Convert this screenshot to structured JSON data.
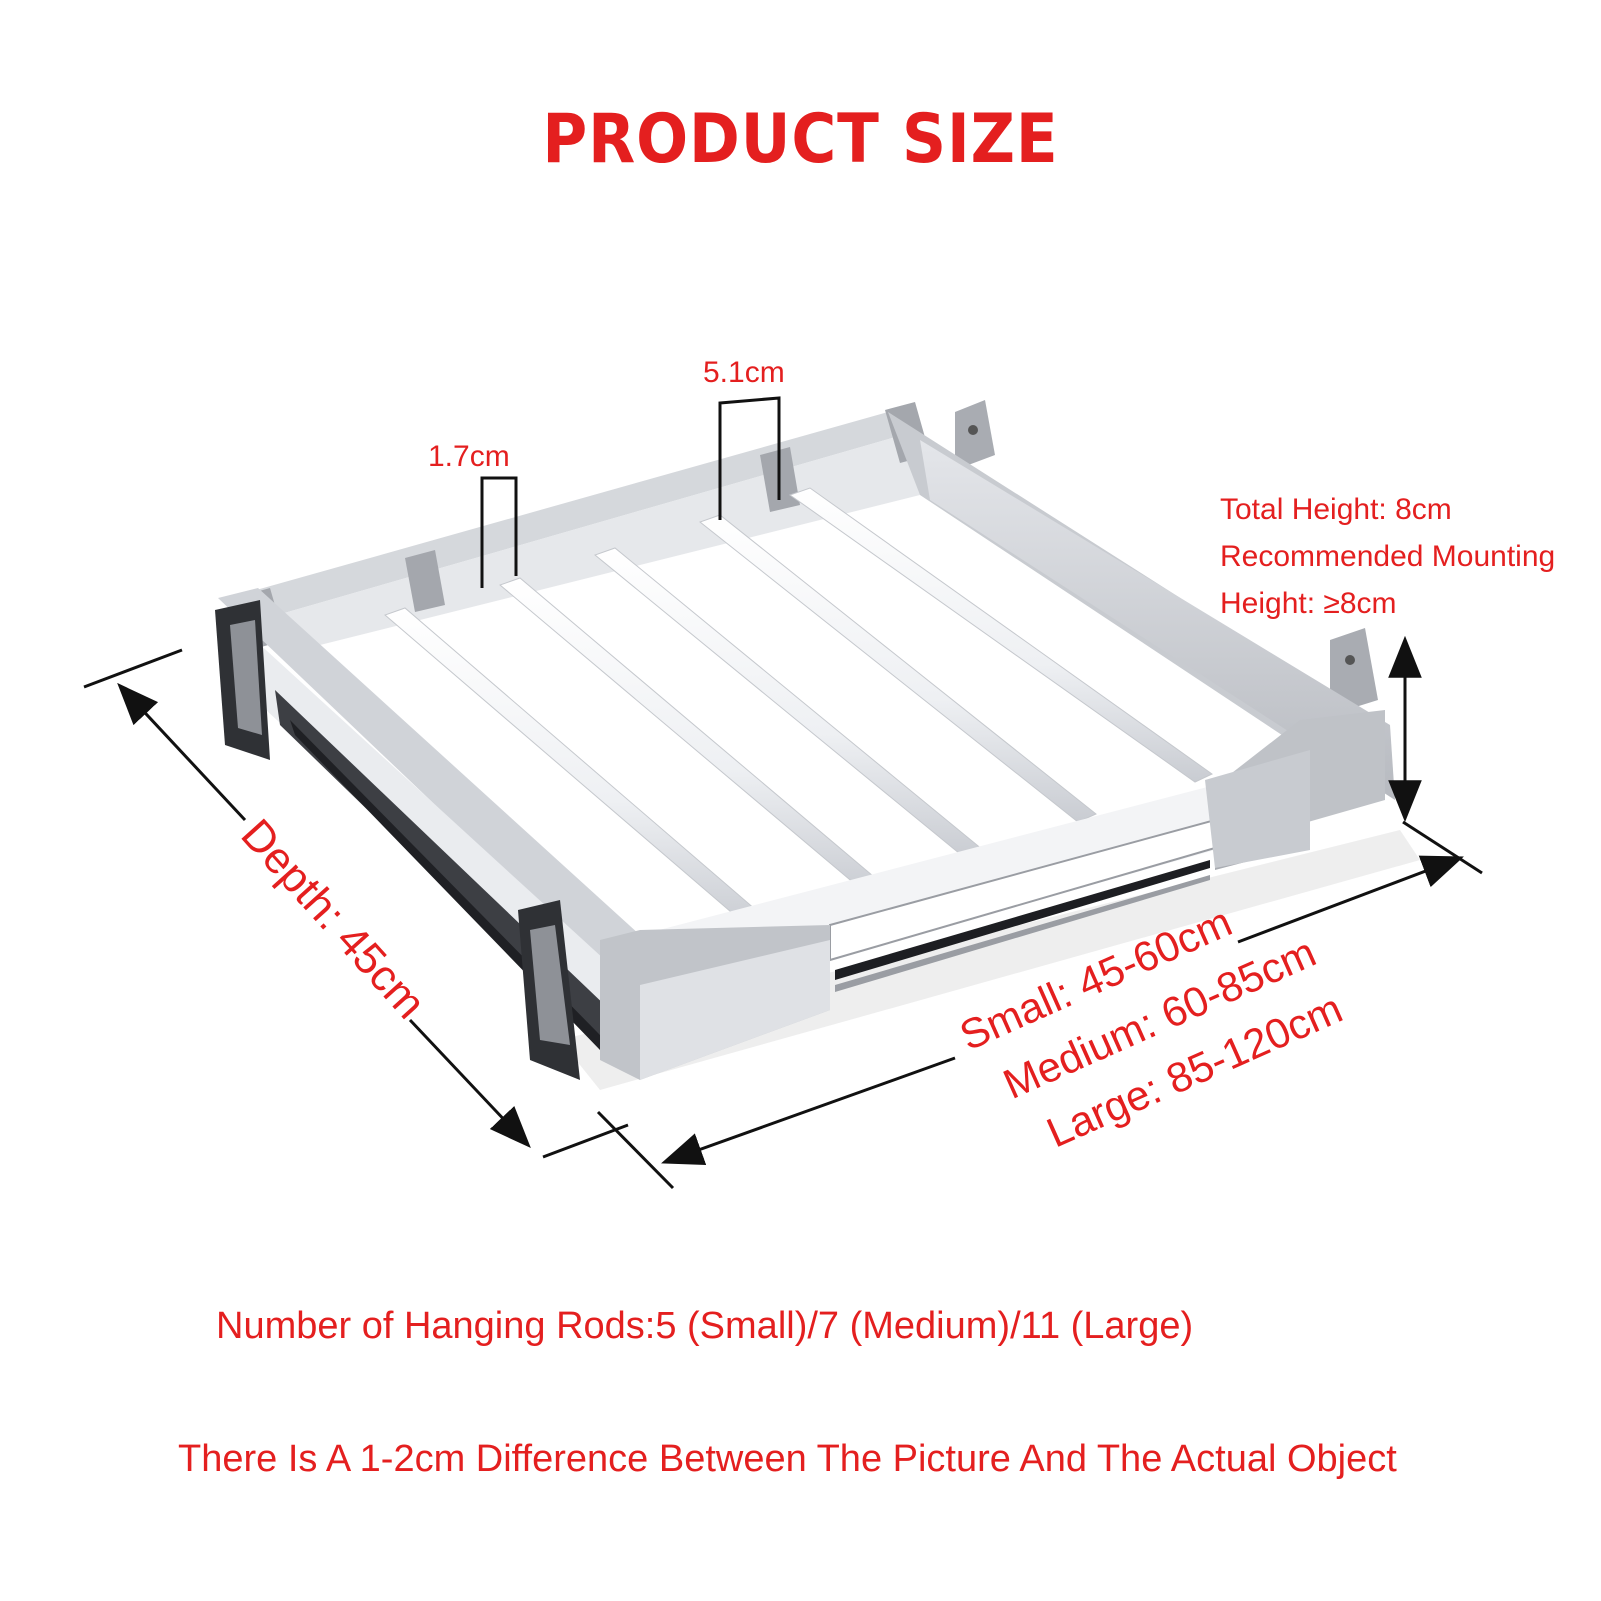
{
  "title": "PRODUCT SIZE",
  "rod_gap_label": "1.7cm",
  "rod_spacing_label": "5.1cm",
  "height_info": {
    "line1": "Total Height: 8cm",
    "line2": "Recommended Mounting",
    "line3": "Height: ≥8cm"
  },
  "depth_label": "Depth: 45cm",
  "width_sizes": {
    "small": "Small: 45-60cm",
    "medium": "Medium: 60-85cm",
    "large": "Large: 85-120cm"
  },
  "rods_note": "Number of Hanging Rods:5 (Small)/7 (Medium)/11 (Large)",
  "difference_note": "There Is A 1-2cm Difference Between The Picture And The Actual Object",
  "colors": {
    "text_red": "#e41f1f",
    "frame_gray": "#c4c7cc",
    "rod_white": "#f2f3f6",
    "line_black": "#111111"
  }
}
